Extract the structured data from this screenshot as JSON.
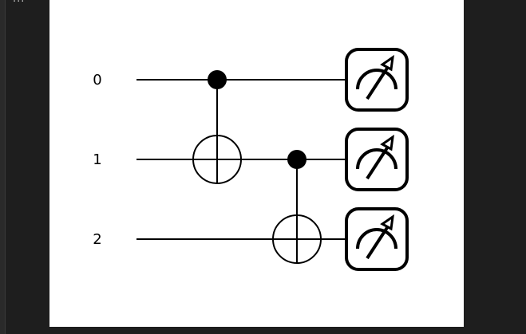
{
  "corner_glyph": "...",
  "circuit": {
    "qubits": [
      "0",
      "1",
      "2"
    ],
    "gates": [
      {
        "type": "cnot",
        "control": 0,
        "target": 1,
        "name": "cnot-gate-0-1"
      },
      {
        "type": "cnot",
        "control": 1,
        "target": 2,
        "name": "cnot-gate-1-2"
      }
    ],
    "measurements": [
      0,
      1,
      2
    ],
    "colors": {
      "wire": "#000000",
      "background": "#ffffff",
      "frame": "#1e1e1e"
    }
  }
}
